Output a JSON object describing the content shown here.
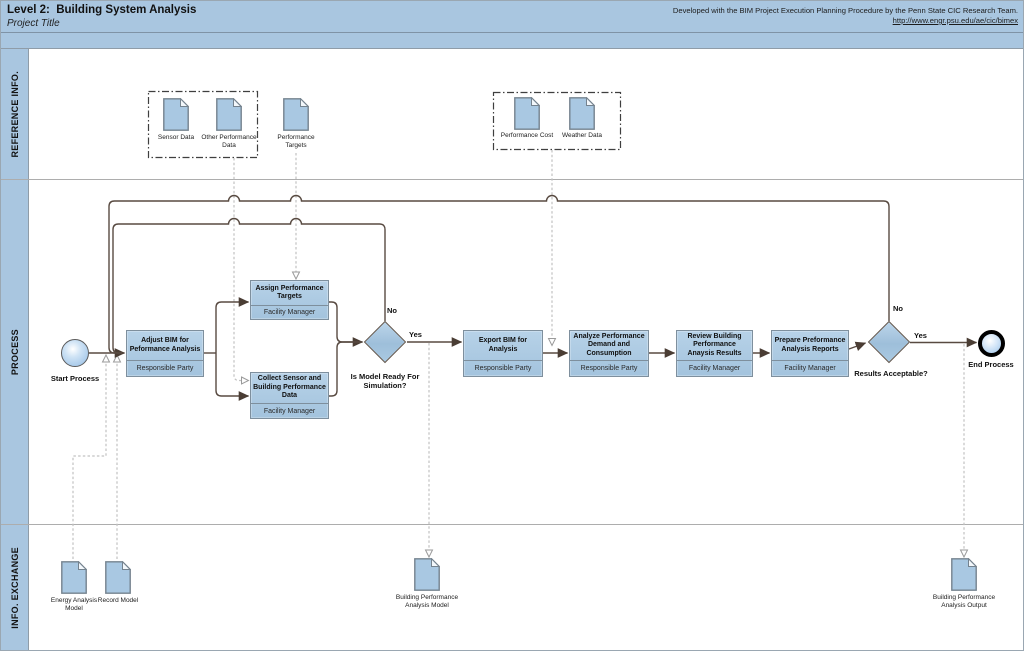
{
  "header": {
    "title": "Level 2:  Building System Analysis",
    "subtitle": "Project Title",
    "credit": "Developed with the BIM Project Execution Planning Procedure by the Penn State CIC Research Team.",
    "url": "http://www.engr.psu.edu/ae/cic/bimex"
  },
  "lanes": {
    "reference": "REFERENCE INFO.",
    "process": "PROCESS",
    "exchange": "INFO. EXCHANGE"
  },
  "reference": {
    "doc_sensor": "Sensor Data",
    "doc_other": "Other Performance Data",
    "doc_targets": "Performance Targets",
    "doc_cost": "Performance Cost",
    "doc_weather": "Weather Data"
  },
  "process": {
    "start_label": "Start Process",
    "end_label": "End Process",
    "task_adjust": {
      "title": "Adjust BIM for Peformance Analysis",
      "role": "Responsible Party"
    },
    "task_assign": {
      "title": "Assign Performance Targets",
      "role": "Facility Manager"
    },
    "task_collect": {
      "title": "Collect Sensor and Building Performance Data",
      "role": "Facility Manager"
    },
    "task_export": {
      "title": "Export BIM for Analysis",
      "role": "Responsible Party"
    },
    "task_analyze": {
      "title": "Analyze Performance Demand and Consumption",
      "role": "Responsible Party"
    },
    "task_review": {
      "title": "Review Building Performance Anaysis Results",
      "role": "Facility Manager"
    },
    "task_prepare": {
      "title": "Prepare Preformance Analysis Reports",
      "role": "Facility Manager"
    },
    "gateway_model": {
      "question": "Is Model Ready For Simulation?",
      "no": "No",
      "yes": "Yes"
    },
    "gateway_results": {
      "question": "Results Acceptable?",
      "no": "No",
      "yes": "Yes"
    }
  },
  "exchange": {
    "doc_energy": "Energy Analysis Model",
    "doc_record": "Record Model",
    "doc_bpa_model": "Building Performance Analysis Model",
    "doc_bpa_output": "Building Performance Analysis Output"
  },
  "colors": {
    "lane_fill": "#a9c6e0",
    "node_fill": "#a9c8e2",
    "connector": "#584a41",
    "dashed_connector": "#c2c2c2"
  }
}
